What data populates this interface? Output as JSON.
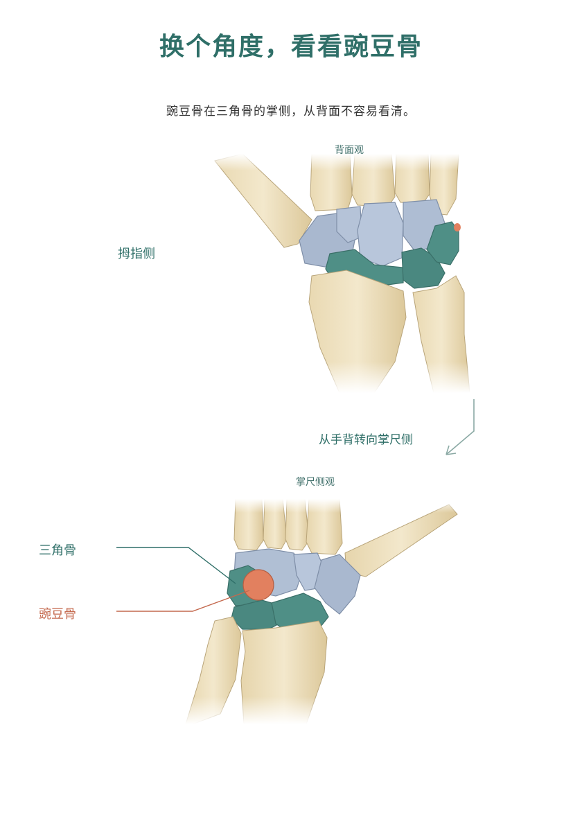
{
  "title": "换个角度，看看豌豆骨",
  "subtitle": "豌豆骨在三角骨的掌侧，从背面不容易看清。",
  "view1": {
    "caption": "背面观",
    "side_label": "拇指侧"
  },
  "transition": {
    "label": "从手背转向掌尺侧"
  },
  "view2": {
    "caption": "掌尺侧观",
    "labels": {
      "triquetrum": "三角骨",
      "pisiform": "豌豆骨"
    }
  },
  "colors": {
    "title": "#2f6f68",
    "teal_bone": "#4f8f86",
    "blue_bone": "#a9b8cf",
    "pisiform": "#e2805f",
    "pisiform_label": "#c4694e",
    "long_bone": "#ebdcb6"
  }
}
